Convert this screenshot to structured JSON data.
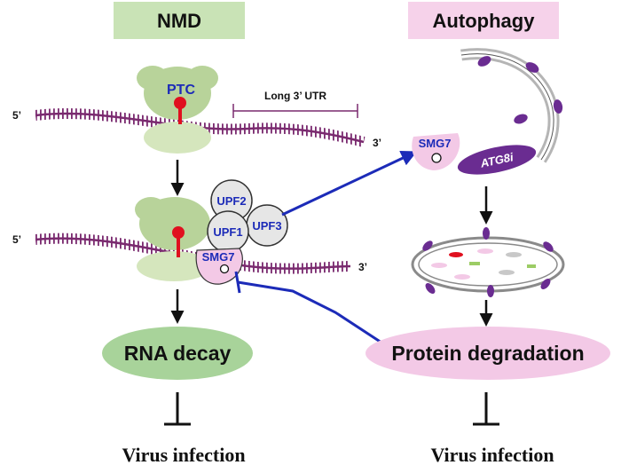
{
  "headers": {
    "left": "NMD",
    "right": "Autophagy"
  },
  "labels": {
    "five_prime_top": "5’",
    "three_prime_top": "3’",
    "five_prime_mid": "5’",
    "three_prime_mid": "3’",
    "ptc": "PTC",
    "long_utr": "Long 3’ UTR"
  },
  "proteins": {
    "upf1": "UPF1",
    "upf2": "UPF2",
    "upf3": "UPF3",
    "smg7": "SMG7",
    "smg7_autophagy": "SMG7",
    "atg8i": "ATG8i"
  },
  "outcomes": {
    "rna_decay": "RNA decay",
    "protein_degradation": "Protein degradation",
    "virus_left": "Virus infection",
    "virus_right": "Virus infection"
  },
  "colors": {
    "nmd_header_bg": "#c9e3b6",
    "autophagy_header_bg": "#f6d2ea",
    "rna_decay_bg": "#a8d39a",
    "protein_degradation_bg": "#f3c9e6",
    "ribosome": "#b8d39a",
    "mrna": "#7a2a6f",
    "ptc_marker": "#e0101f",
    "arrow_blue": "#1c2bb8",
    "atg8i": "#6a2c91",
    "smg7": "#f3c9e6"
  }
}
